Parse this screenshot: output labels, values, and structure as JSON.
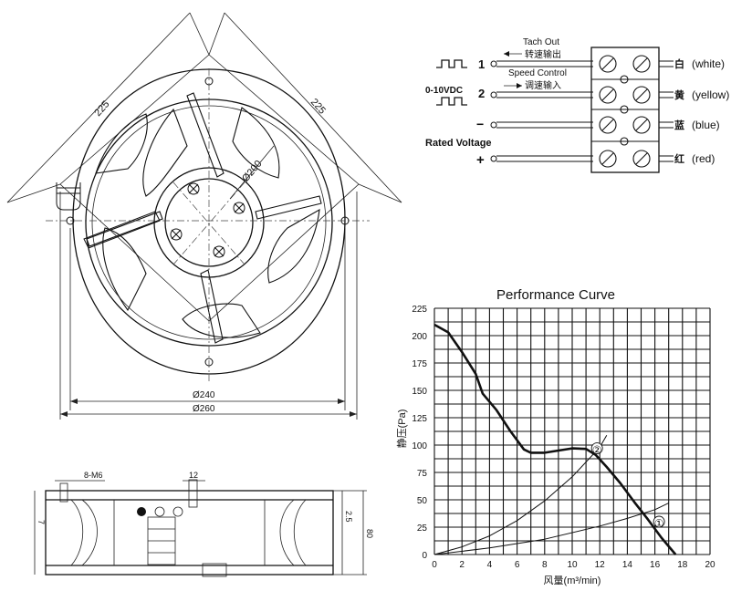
{
  "fan_drawing": {
    "dim_left": "225",
    "dim_right": "225",
    "dim_diameter_200": "Ø200",
    "dim_diameter_240": "Ø240",
    "dim_diameter_260": "Ø260"
  },
  "side_view": {
    "dim_screws": "8-M6",
    "dim_12": "12",
    "dim_7": "7",
    "dim_2_5": "2.5",
    "dim_80": "80"
  },
  "wiring": {
    "tach_out_en": "Tach Out",
    "tach_out_cn": "转速输出",
    "speed_control_en": "Speed Control",
    "speed_control_cn": "调速输入",
    "pin1": "1",
    "pin2": "2",
    "voltage_label": "0-10VDC",
    "minus": "−",
    "plus": "+",
    "rated_voltage": "Rated Voltage",
    "wires": [
      {
        "cn": "白",
        "en": "(white)"
      },
      {
        "cn": "黄",
        "en": "(yellow)"
      },
      {
        "cn": "蓝",
        "en": "(blue)"
      },
      {
        "cn": "红",
        "en": "(red)"
      }
    ]
  },
  "chart_data": {
    "type": "line",
    "title": "Performance Curve",
    "xlabel": "风量(m³/min)",
    "ylabel": "静压(Pa)",
    "xlim": [
      0,
      20
    ],
    "ylim": [
      0,
      225
    ],
    "x_ticks": [
      "0",
      "2",
      "4",
      "6",
      "8",
      "10",
      "12",
      "14",
      "16",
      "18",
      "20"
    ],
    "y_ticks": [
      "0",
      "25",
      "50",
      "75",
      "100",
      "125",
      "150",
      "175",
      "200",
      "225"
    ],
    "grid": true,
    "series": [
      {
        "points": [
          [
            0,
            210
          ],
          [
            1,
            203
          ],
          [
            2,
            185
          ],
          [
            3,
            165
          ],
          [
            3.5,
            147
          ],
          [
            4.5,
            132
          ],
          [
            5.5,
            113
          ],
          [
            6.5,
            96
          ],
          [
            7,
            93
          ],
          [
            8,
            93
          ],
          [
            9,
            95
          ],
          [
            10,
            97
          ],
          [
            11,
            96.5
          ],
          [
            11.7,
            91
          ],
          [
            12.5,
            80
          ],
          [
            13.5,
            65
          ],
          [
            14.5,
            48
          ],
          [
            15.5,
            32
          ],
          [
            16.5,
            15
          ],
          [
            17.5,
            0
          ]
        ]
      },
      {
        "label": "②",
        "points": [
          [
            0,
            0
          ],
          [
            2,
            7
          ],
          [
            4,
            17
          ],
          [
            6,
            31
          ],
          [
            8,
            49
          ],
          [
            10,
            71
          ],
          [
            12,
            98
          ],
          [
            12.5,
            109
          ]
        ]
      },
      {
        "label": "①",
        "points": [
          [
            0,
            0
          ],
          [
            4,
            6
          ],
          [
            8,
            14
          ],
          [
            12,
            26
          ],
          [
            14,
            33
          ],
          [
            16,
            41
          ],
          [
            17,
            47
          ]
        ]
      }
    ]
  }
}
